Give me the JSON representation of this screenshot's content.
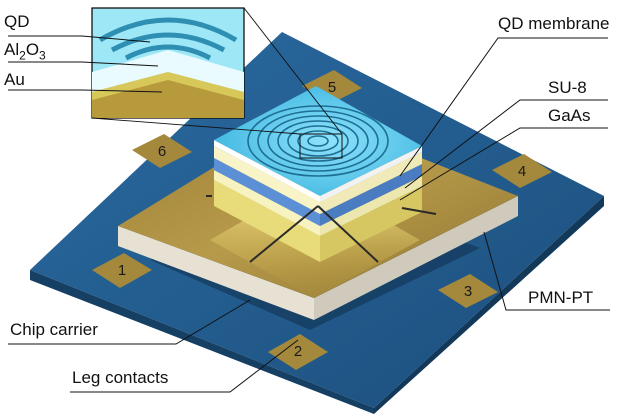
{
  "labels": {
    "qd": "QD",
    "al2o3_base": "Al",
    "al2o3_sub": "2",
    "al2o3_mid": "O",
    "al2o3_sub2": "3",
    "au": "Au",
    "qd_membrane": "QD membrane",
    "su8": "SU-8",
    "gaas": "GaAs",
    "pmn_pt": "PMN-PT",
    "chip_carrier": "Chip carrier",
    "leg_contacts": "Leg contacts"
  },
  "pads": [
    "1",
    "2",
    "3",
    "4",
    "5",
    "6"
  ],
  "colors": {
    "carrier": "#1f5e8e",
    "gold": "#a8893a",
    "pmn_pt": "#e8e4d8",
    "membrane_top": "#4fc3e6",
    "su8": "#f6f2a8",
    "gaas": "#5b8fd6"
  }
}
